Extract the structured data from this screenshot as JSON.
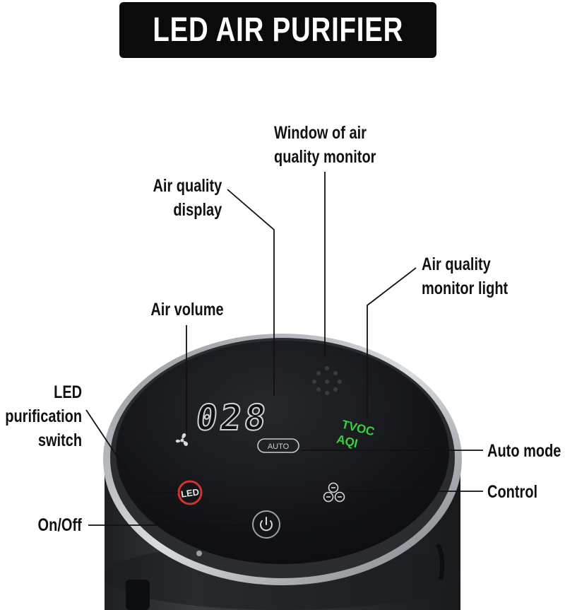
{
  "title": "LED AIR PURIFIER",
  "display": {
    "reading": "028",
    "auto_label": "AUTO",
    "led_label": "LED",
    "tvoc_label": "TVOC",
    "aqi_label": "AQI"
  },
  "callouts": {
    "window_monitor": [
      "Window of air",
      "quality monitor"
    ],
    "air_quality_display": [
      "Air quality",
      "display"
    ],
    "monitor_light": [
      "Air quality",
      "monitor light"
    ],
    "air_volume": [
      "Air volume"
    ],
    "led_switch": [
      "LED",
      "purification",
      "switch"
    ],
    "auto_mode": [
      "Auto mode"
    ],
    "control": [
      "Control"
    ],
    "on_off": [
      "On/Off"
    ]
  },
  "colors": {
    "title_bg": "#0b0b0b",
    "device_body": "#2a2d31",
    "panel_glass": "#101114",
    "led_red": "#d3332f",
    "monitor_green": "#36d33a"
  },
  "icons": [
    "fan-icon",
    "power-icon",
    "control-dots-icon",
    "sensor-grille-icon"
  ]
}
